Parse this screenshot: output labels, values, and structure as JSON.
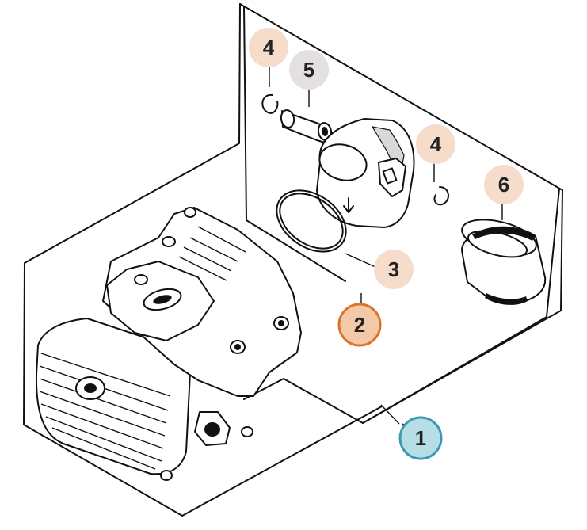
{
  "diagram": {
    "callouts": [
      {
        "id": "callout-1",
        "label": "1",
        "fill": "#b7dde6",
        "stroke": "#3a9ab1",
        "text_color": "#222222"
      },
      {
        "id": "callout-2",
        "label": "2",
        "fill": "#f4c9a8",
        "stroke": "#d9742a",
        "text_color": "#222222"
      },
      {
        "id": "callout-3",
        "label": "3",
        "fill": "#f6dccb",
        "stroke": "none",
        "text_color": "#222222"
      },
      {
        "id": "callout-4a",
        "label": "4",
        "fill": "#f6dccb",
        "stroke": "none",
        "text_color": "#222222"
      },
      {
        "id": "callout-4b",
        "label": "4",
        "fill": "#f6dccb",
        "stroke": "none",
        "text_color": "#222222"
      },
      {
        "id": "callout-5",
        "label": "5",
        "fill": "#e3e0df",
        "stroke": "none",
        "text_color": "#222222"
      },
      {
        "id": "callout-6",
        "label": "6",
        "fill": "#f6dccb",
        "stroke": "none",
        "text_color": "#222222"
      }
    ],
    "parts": [
      {
        "name": "cylinder-block-drawing",
        "icon": "cylinder-icon"
      },
      {
        "name": "piston-drawing",
        "icon": "piston-icon"
      },
      {
        "name": "piston-ring-drawing",
        "icon": "ring-icon"
      },
      {
        "name": "piston-pin-drawing",
        "icon": "pin-icon"
      },
      {
        "name": "circlip-left-drawing",
        "icon": "circlip-icon"
      },
      {
        "name": "circlip-right-drawing",
        "icon": "circlip-icon"
      },
      {
        "name": "cylinder-sleeve-drawing",
        "icon": "sleeve-icon"
      }
    ]
  }
}
